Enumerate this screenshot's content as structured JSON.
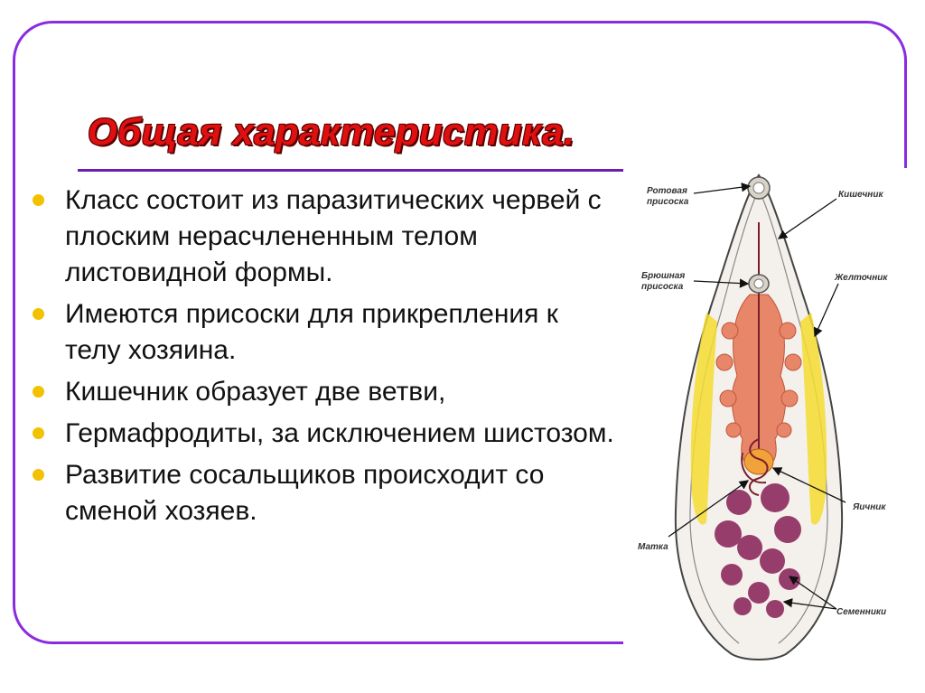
{
  "slide": {
    "title": "Общая характеристика.",
    "bullets": [
      "Класс состоит из паразитических червей с плоским нерасчлененным телом листовидной формы.",
      "Имеются присоски для прикрепления к телу хозяина.",
      "Кишечник образует две ветви,",
      "Гермафродиты, за исключением шистозом.",
      "Развитие сосальщиков происходит со сменой хозяев."
    ]
  },
  "diagram": {
    "labels": {
      "oral_sucker_1": "Ротовая",
      "oral_sucker_2": "присоска",
      "ventral_sucker_1": "Брюшная",
      "ventral_sucker_2": "присоска",
      "intestine": "Кишечник",
      "vitellarium": "Желточник",
      "ovary": "Яичник",
      "uterus": "Матка",
      "testes": "Семенники"
    }
  },
  "colors": {
    "frame": "#8a2be2",
    "title": "#e01010",
    "bullet": "#f2c200",
    "intestine": "#e8866a",
    "vitellarium": "#f5dc30",
    "testes": "#8e2a5e"
  }
}
